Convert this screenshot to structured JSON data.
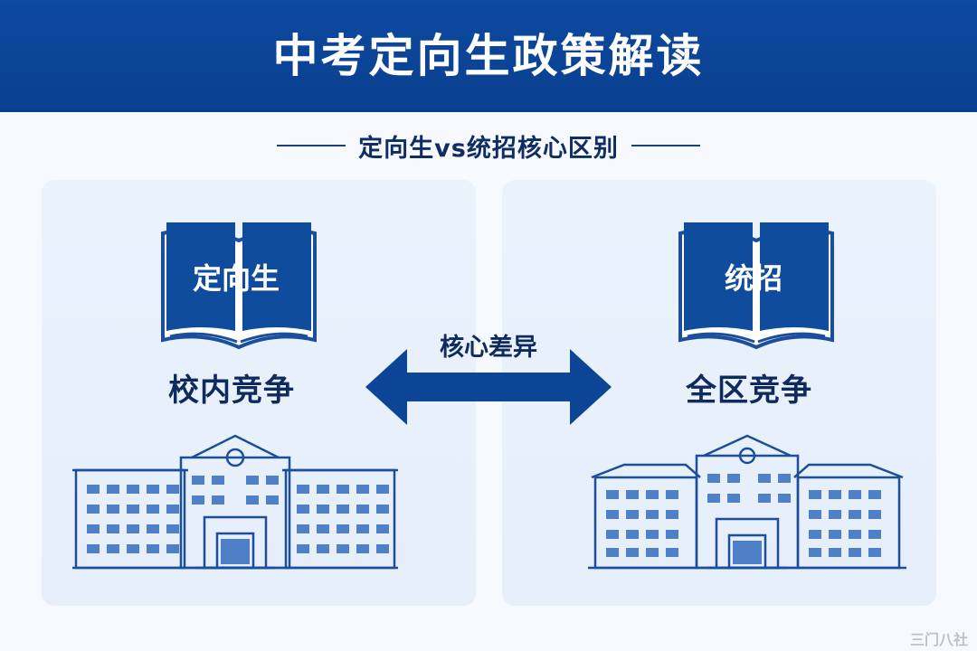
{
  "header": {
    "title": "中考定向生政策解读"
  },
  "subtitle": {
    "text": "定向生vs统招核心区别"
  },
  "left_panel": {
    "book_label": "定向生",
    "caption": "校内竞争"
  },
  "right_panel": {
    "book_label": "统招",
    "caption": "全区竞争"
  },
  "center": {
    "label": "核心差异"
  },
  "watermark": "三门八社"
}
